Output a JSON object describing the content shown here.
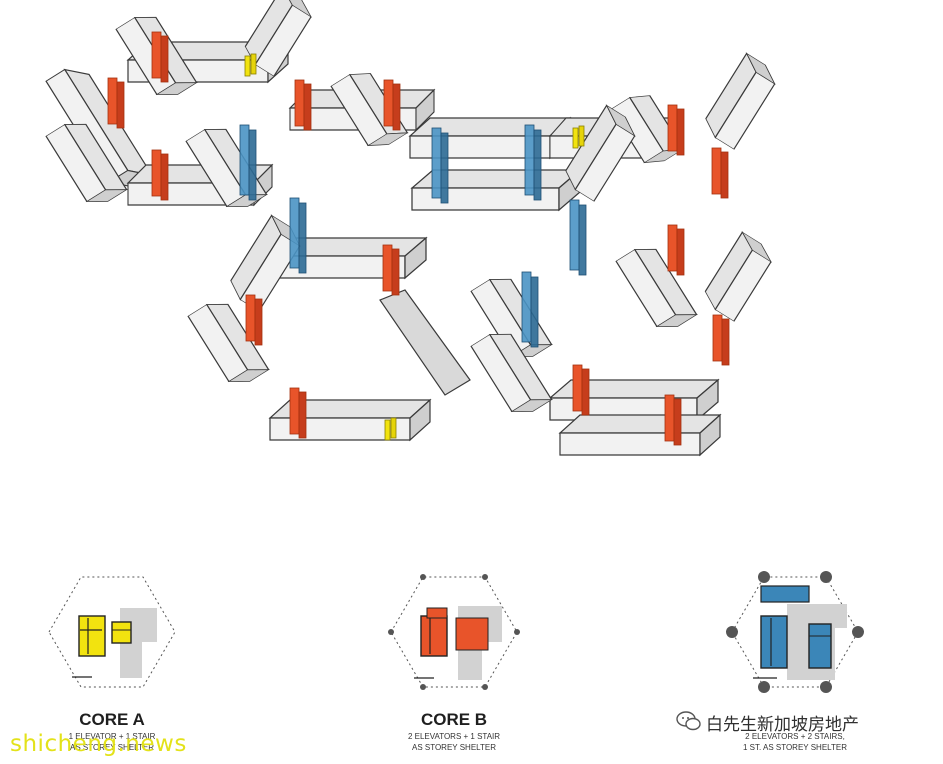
{
  "colors": {
    "slab_top": "#e4e4e4",
    "slab_side": "#cfcfcf",
    "slab_front": "#f2f2f2",
    "outline": "#3a3a3a",
    "core_red": "#e8542a",
    "core_red_dark": "#c63d1c",
    "core_blue": "#3b86b8",
    "core_blue_dark": "#2c6a95",
    "core_yellow": "#f2e30f",
    "core_yellow_dark": "#c7b900",
    "shadow_grey": "#cfcfcf"
  },
  "cores": [
    {
      "id": "core-a",
      "title": "CORE A",
      "desc_lines": [
        "1 ELEVATOR + 1 STAIR",
        "AS STOREY SHELTER"
      ],
      "color_key": "core_yellow"
    },
    {
      "id": "core-b",
      "title": "CORE B",
      "desc_lines": [
        "2 ELEVATORS + 1 STAIR",
        "AS STOREY SHELTER"
      ],
      "color_key": "core_red"
    },
    {
      "id": "core-c",
      "title": "CORE C",
      "desc_lines": [
        "2 ELEVATORS + 2 STAIRS,",
        "1 ST. AS STOREY SHELTER"
      ],
      "color_key": "core_blue"
    }
  ],
  "watermarks": {
    "left": "shicheng.news",
    "right": "白先生新加坡房地产",
    "right_icon": "wechat-icon"
  }
}
